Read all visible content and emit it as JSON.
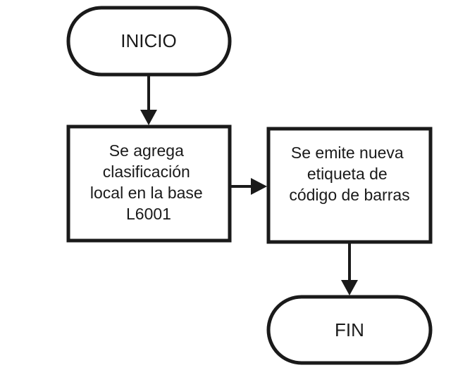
{
  "flowchart": {
    "start": {
      "label": "INICIO"
    },
    "step1": {
      "lines": [
        "Se agrega",
        "clasificación",
        "local en la base",
        "L6001"
      ]
    },
    "step2": {
      "lines": [
        "Se emite nueva",
        "etiqueta de",
        "código de barras"
      ]
    },
    "end": {
      "label": "FIN"
    }
  },
  "colors": {
    "stroke": "#1a1a1a",
    "fill": "#ffffff",
    "text": "#1a1a1a"
  }
}
